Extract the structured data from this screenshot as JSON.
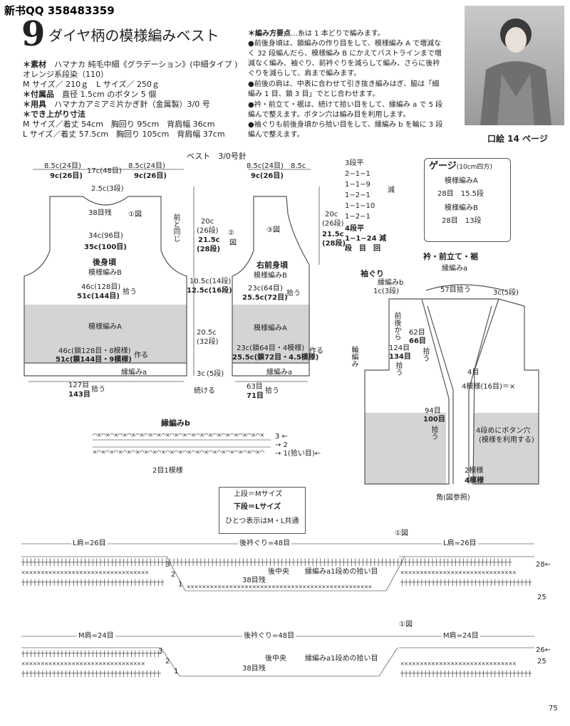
{
  "header": {
    "watermark": "新书QQ 358483359",
    "number": "9",
    "title": "ダイヤ柄の模様編みベスト"
  },
  "materials": {
    "material_label": "＊素材",
    "material": "ハマナカ 純毛中細《グラデーション》(中細タイプ )",
    "color": "オレンジ系段染（110）",
    "amount": "M サイズ／ 210ｇ　L サイズ／ 250ｇ",
    "accessories_label": "＊付属品",
    "accessories": "直径 1.5cm のボタン 5 個",
    "tools_label": "＊用具",
    "tools": "ハマナカアミアミ片かぎ針（金属製）3/0 号",
    "size_label": "＊でき上がり寸法",
    "size_m": "M サイズ／着丈 54cm　胸回り 95cm　背肩幅 36cm",
    "size_l": "L サイズ／着丈 57.5cm　胸回り 105cm　背肩幅 37cm"
  },
  "method": {
    "label": "＊編み方要点",
    "intro": "…糸は 1 本どりで編みます。",
    "lines": [
      "●前後身頃は、鎖編みの作り目をして、模様編み A で増減な",
      "く 32 段編んだら、模様編み B にかえてバストラインまで増",
      "減なく編み、袖ぐり、前衿ぐりを減らして編み、さらに後衿",
      "ぐりを減らして、肩まで編みます。",
      "●前後の肩は、中表に合わせて引き抜き編みはぎ、脇は「細",
      "編み 1 目、鎖 3 目」でとじ合わせます。",
      "●衿・前立て・裾は、続けて拾い目をして、縁編み a で 5 段",
      "編んで整えます。ボタン穴は編み目を利用します。",
      "●袖ぐりも前後身頃から拾い目をして、縁編み b を輪に 3 段",
      "編んで整えます。"
    ]
  },
  "photo_caption": "口絵 14 ページ",
  "gauge": {
    "title": "ゲージ",
    "subtitle": "(10cm四方)",
    "a_label": "模様編みA",
    "a_value": "28目　15.5段",
    "b_label": "模様編みB",
    "b_value": "28目　13段"
  },
  "vest_label": "ベスト　3/0号針",
  "back": {
    "top_left": "8.5c(24目)",
    "top_left2": "9c(26目)",
    "top_mid": "17c(48目)",
    "top_right": "8.5c(24目)",
    "top_right2": "9c(26目)",
    "neck": "2.5c(3段)",
    "rows38": "38目残",
    "fig1": "①図",
    "front_same": "前と同じ",
    "w1": "34c(96目)",
    "w2": "35c(100目)",
    "name": "後身頃",
    "pattern_b": "模様編みB",
    "mid1": "46c(128目)",
    "mid2": "51c(144目)",
    "pick": "拾う",
    "pattern_a": "模様編みA",
    "bottom1": "46c(鎖128目・8模様)",
    "bottom2": "51c(鎖144目・9模様)",
    "make": "作る",
    "edge_a": "縁編みa",
    "pick_b1": "127目",
    "pick_b2": "143目",
    "pick_b3": "拾う"
  },
  "vertical": {
    "v1": "20c",
    "v2": "(26段)",
    "v3": "21.5c",
    "v4": "(28段)",
    "v5": "10.5c(14段)",
    "v6": "12.5c(16段)",
    "v7": "20.5c",
    "v8": "(32段)",
    "v9": "3c",
    "v10": "(5段)",
    "cont": "続ける"
  },
  "front": {
    "top_left": "8.5c(24目)",
    "top_left2": "9c(26目)",
    "top_right": "8.5c",
    "fig2": "②",
    "fig2b": "図",
    "fig3": "③図",
    "name": "右前身頃",
    "pattern_b": "模様編みB",
    "mid1": "23c(64目)",
    "mid2": "25.5c(72目)",
    "pick": "拾う",
    "pattern_a": "模様編みA",
    "bottom1": "23c(鎖64目・4模様)",
    "bottom2": "25.5c(鎖72目・4.5模様)",
    "make": "作る",
    "edge_a": "縁編みa",
    "pick_b1": "63目",
    "pick_b2": "71目",
    "pick_b3": "拾う",
    "right1": "20c",
    "right2": "(26段)",
    "right3": "21.5c",
    "right4": "(28段)"
  },
  "decrease": {
    "rows": [
      "3段平",
      "2−1−1",
      "1−1−9",
      "1−2−1",
      "1−1−10",
      "1−2−1"
    ],
    "label": "減",
    "row4": "4段平",
    "row5": "1−1−24 減",
    "row6": "段　目　回"
  },
  "collar": {
    "title": "衿・前立て・裾",
    "pattern": "縁編みa",
    "armhole": "袖ぐり",
    "edge_b": "縁編みb",
    "edge_b_rows": "1c(3段)",
    "pick57": "57目拾う",
    "top3c": "3c(5段)",
    "front_from": "前後から",
    "pick124": "124目",
    "pick134": "134目",
    "pick_word": "拾う",
    "ring": "輪編み",
    "pick62": "62目",
    "pick66": "66目",
    "pick_word2": "拾う",
    "stitch4": "4目",
    "pattern16": "4模様(16目)＝×",
    "pick94": "94目",
    "pick100": "100目",
    "pick_word3": "拾う",
    "button1": "4段めにボタン穴",
    "button2": "(模様を利用する)",
    "rep2": "2模様",
    "rep4": "4模様",
    "corner": "角(図参照)"
  },
  "edge_b_chart": {
    "title": "縁編みb",
    "r3": "3 ←",
    "r2": "→ 2",
    "r1": "→ 1(拾い目)←",
    "repeat": "2目1模様"
  },
  "legend": {
    "l1": "上段＝Mサイズ",
    "l2": "下段＝Lサイズ",
    "l3": "ひとつ表示はM・L共通"
  },
  "chartL": {
    "shoulder_l": "L肩=26目",
    "neck": "後衿ぐり=48目",
    "shoulder_r": "L肩=26目",
    "fig1": "①図",
    "r3": "3",
    "r2": "2",
    "r1": "1",
    "rows38": "38目残",
    "center": "後中央",
    "edge_note": "縁編みa1段めの拾い目",
    "r28": "28←",
    "r25": "25"
  },
  "chartM": {
    "shoulder_l": "M肩=24目",
    "neck": "後衿ぐり=48目",
    "shoulder_r": "M肩=24目",
    "fig1": "①図",
    "r3": "3",
    "r2": "2",
    "r1": "1",
    "rows38": "38目残",
    "center": "後中央",
    "edge_note": "縁編みa1段めの拾い目",
    "r26": "26←",
    "r25": "25"
  },
  "page_number": "75",
  "colors": {
    "shade": "#d4d4d4",
    "line": "#555555"
  }
}
